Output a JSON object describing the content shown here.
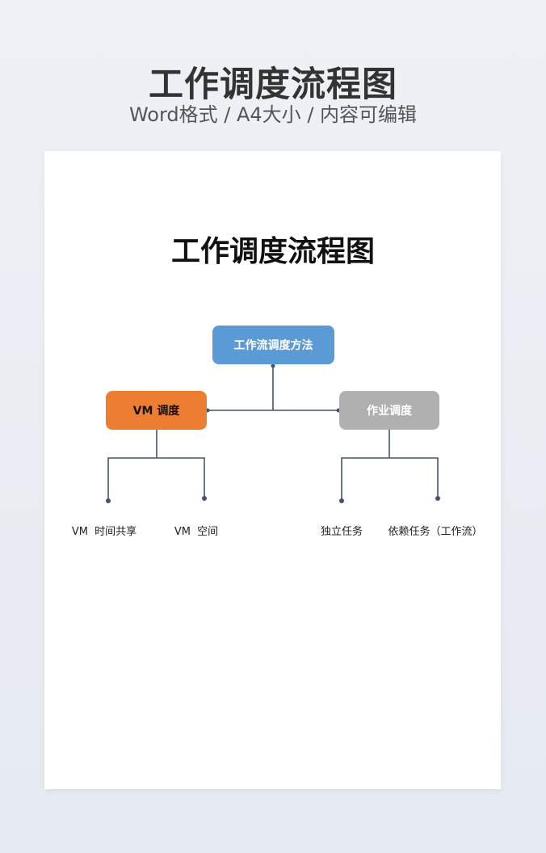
{
  "header": {
    "title": "工作调度流程图",
    "subtitle": "Word格式 / A4大小 / 内容可编辑"
  },
  "document": {
    "title": "工作调度流程图"
  },
  "diagram": {
    "root": {
      "label": "工作流调度方法",
      "color": "#5b9bd5"
    },
    "branches": [
      {
        "label": "VM  调度",
        "color": "#ed7d31",
        "children": [
          "VM  时间共享",
          "VM  空间"
        ]
      },
      {
        "label": "作业调度",
        "color": "#b0b0b0",
        "children": [
          "独立任务",
          "依赖任务（工作流）"
        ]
      }
    ],
    "line_color": "#44546a"
  }
}
